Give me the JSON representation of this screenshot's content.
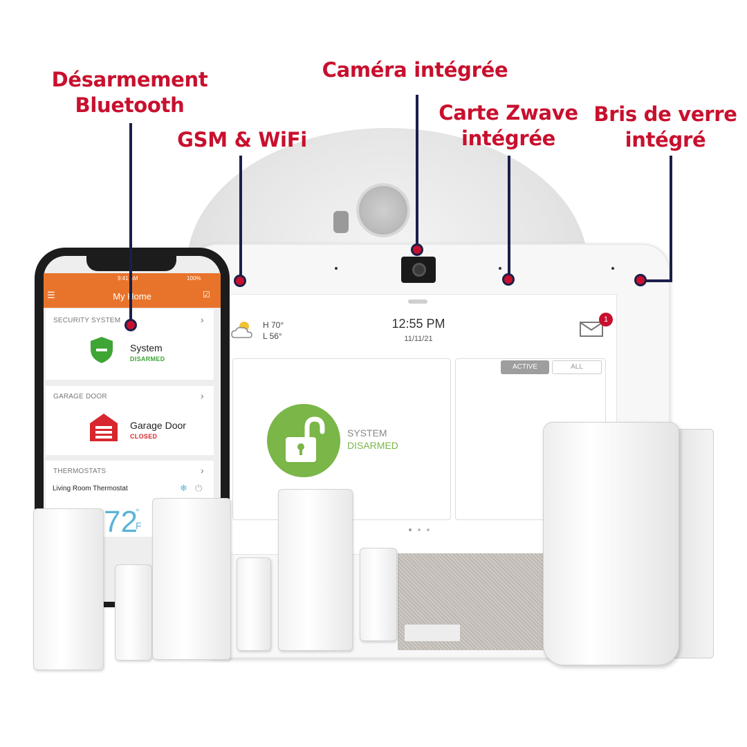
{
  "callouts": {
    "bluetooth": "Désarmement\nBluetooth",
    "camera": "Caméra intégrée",
    "gsm": "GSM & WiFi",
    "zwave": "Carte Zwave\nintégrée",
    "glass": "Bris de verre\nintégré"
  },
  "colors": {
    "callout": "#c8102e",
    "leader": "#1b1f4a",
    "app_orange": "#e8742c",
    "disarmed_green": "#7ab648"
  },
  "panel": {
    "weather_high": "H 70°",
    "weather_low": "L 56°",
    "time": "12:55 PM",
    "date": "11/11/21",
    "mail_count": "1",
    "tab_active": "ACTIVE",
    "tab_all": "ALL",
    "status_line1": "SYSTEM",
    "status_line2": "DISARMED"
  },
  "phone": {
    "status_time": "9:41 AM",
    "battery": "100%",
    "title": "My Home",
    "security_header": "SECURITY SYSTEM",
    "security_title": "System",
    "security_status": "DISARMED",
    "garage_header": "GARAGE DOOR",
    "garage_title": "Garage Door",
    "garage_status": "CLOSED",
    "thermo_header": "THERMOSTATS",
    "thermo_name": "Living Room Thermostat",
    "temperature": "72",
    "temp_unit_top": "°",
    "temp_unit": "F"
  }
}
